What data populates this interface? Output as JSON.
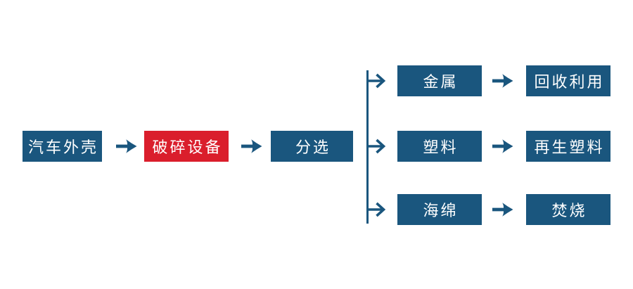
{
  "diagram": {
    "description": "automobile shell recycling process flowchart",
    "flow": {
      "stage1": "汽车外壳",
      "stage2": "破碎设备",
      "stage3": "分选"
    },
    "branches": [
      {
        "material": "金属",
        "result": "回收利用"
      },
      {
        "material": "塑料",
        "result": "再生塑料"
      },
      {
        "material": "海绵",
        "result": "焚烧"
      }
    ],
    "colors": {
      "node_blue": "#1A567E",
      "node_red": "#DA1E2C",
      "arrow_blue": "#1A567E",
      "text": "#ffffff",
      "background": "#ffffff"
    }
  }
}
